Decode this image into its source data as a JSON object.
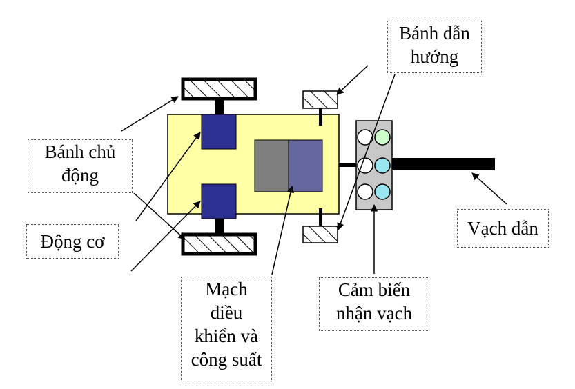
{
  "labels": {
    "drive_wheel": "Bánh chủ\nđộng",
    "motor": "Động cơ",
    "steer_wheel": "Bánh dẫn\nhướng",
    "guide_line": "Vạch dẫn",
    "control_circuit": "Mạch\nđiều\nkhiển và\ncông suất",
    "line_sensor": "Cảm biến\nnhận vạch"
  },
  "colors": {
    "chassis": "#ffffa6",
    "motor": "#2e3192",
    "board_left": "#7f7f7f",
    "board_right": "#6666a0",
    "sensor_panel": "#c8c8c8",
    "sensor_green": "#ccffcc",
    "sensor_cyan": "#99e6f0",
    "line": "#000000"
  }
}
